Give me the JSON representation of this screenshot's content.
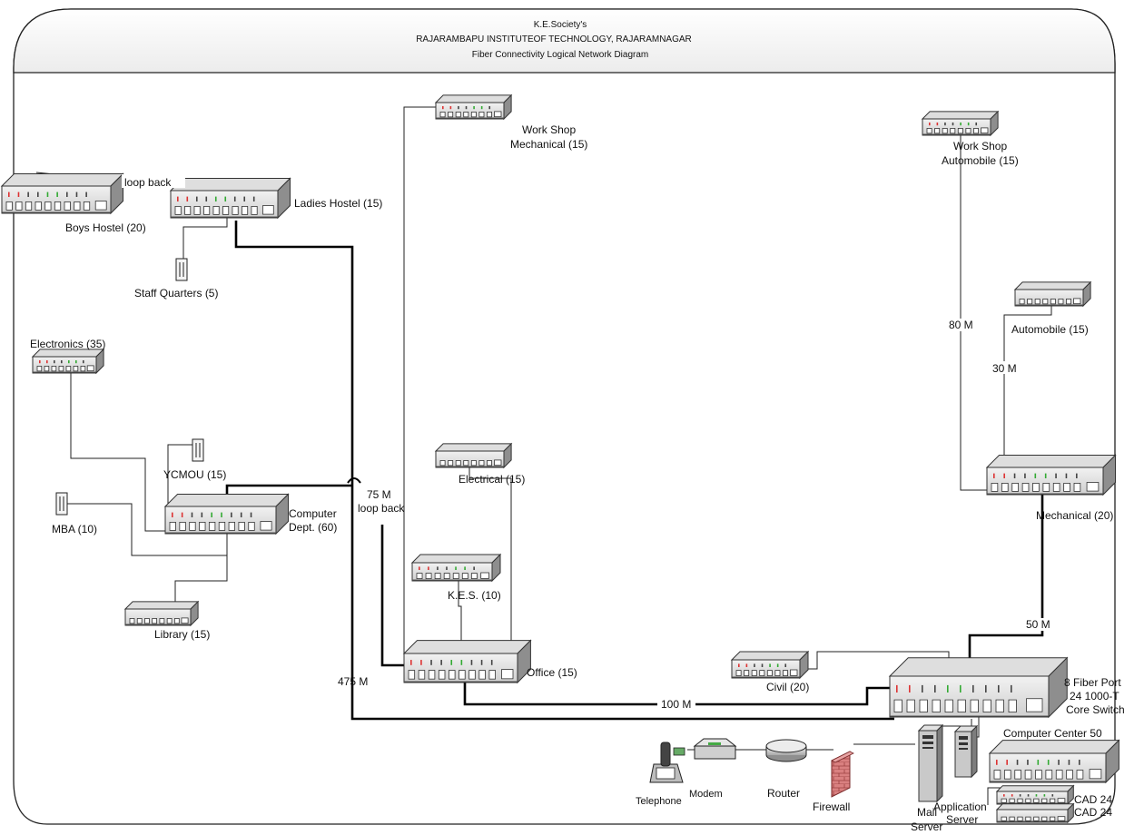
{
  "header": {
    "line1": "K.E.Society's",
    "line2": "RAJARAMBAPU INSTITUTEOF TECHNOLOGY, RAJARAMNAGAR",
    "line3": "Fiber Connectivity Logical Network Diagram"
  },
  "labels": {
    "loop_back_top": "loop back",
    "boys_hostel": "Boys Hostel (20)",
    "ladies_hostel": "Ladies Hostel (15)",
    "staff_quarters": "Staff Quarters (5)",
    "electronics": "Electronics (35)",
    "ycmou": "YCMOU (15)",
    "mba": "MBA (10)",
    "computer_dept_1": "Computer",
    "computer_dept_2": "Dept. (60)",
    "library": "Library (15)",
    "workshop_mech_1": "Work Shop",
    "workshop_mech_2": "Mechanical (15)",
    "electrical": "Electrical (15)",
    "kes": "K.E.S. (10)",
    "office": "Office (15)",
    "link_75m": "75 M",
    "loop_back_mid": "loop back",
    "link_475m": "475 M",
    "link_100m": "100 M",
    "workshop_auto_1": "Work Shop",
    "workshop_auto_2": "Automobile (15)",
    "automobile": "Automobile (15)",
    "link_80m": "80 M",
    "link_30m": "30 M",
    "mechanical": "Mechanical (20)",
    "link_50m": "50 M",
    "civil": "Civil  (20)",
    "core_1": "8 Fiber Port",
    "core_2": "24 1000-T",
    "core_3": "Core Switch",
    "computer_center": "Computer Center 50",
    "cad_1": "CAD 24",
    "cad_2": "CAD 24",
    "telephone": "Telephone",
    "modem": "Modem",
    "router": "Router",
    "firewall": "Firewall",
    "mail_1": "Mail",
    "mail_2": "Server",
    "app_1": "Application",
    "app_2": "Server"
  }
}
